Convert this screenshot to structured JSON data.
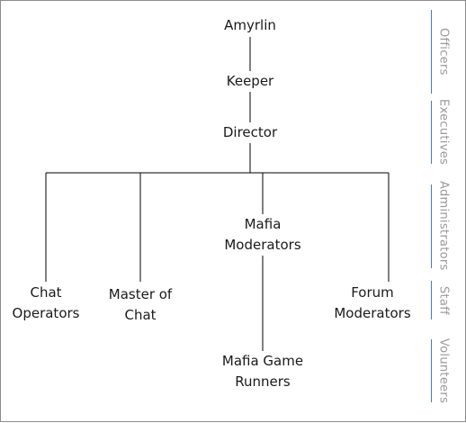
{
  "diagram": {
    "nodes": {
      "amyrlin": "Amyrlin",
      "keeper": "Keeper",
      "director": "Director",
      "mafia_moderators": [
        "Mafia",
        "Moderators"
      ],
      "chat_operators": [
        "Chat",
        "Operators"
      ],
      "master_of_chat": [
        "Master of",
        "Chat"
      ],
      "forum_moderators": [
        "Forum",
        "Moderators"
      ],
      "mafia_game_runners": [
        "Mafia Game",
        "Runners"
      ]
    },
    "tiers": {
      "officers": "Officers",
      "executives": "Executives",
      "administrators": "Administrators",
      "staff": "Staff",
      "volunteers": "Volunteers"
    },
    "colors": {
      "line": "#000000",
      "node_text": "#1a1a1a",
      "tier_text": "#9a9a9a",
      "tier_bar": "#4a78c0",
      "border": "#8c8c8c"
    }
  }
}
